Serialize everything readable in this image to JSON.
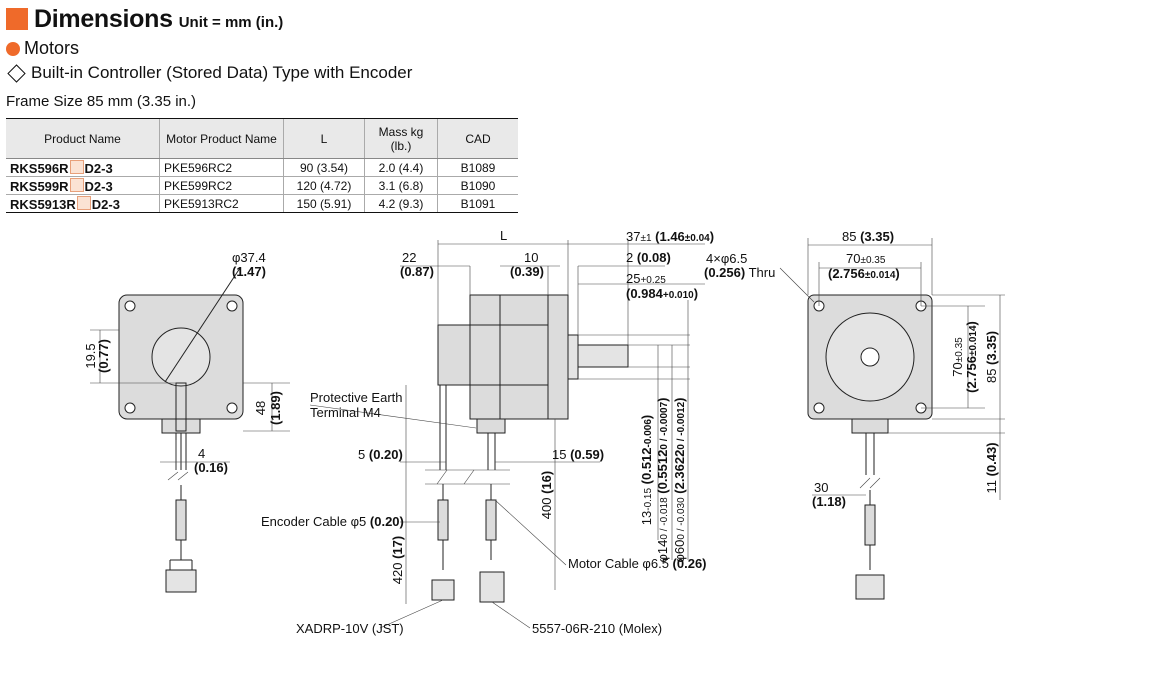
{
  "header": {
    "title": "Dimensions",
    "unit": "Unit = mm (in.)"
  },
  "section": "Motors",
  "subsection": "Built-in Controller (Stored Data) Type with Encoder",
  "frame_size": "Frame Size 85 mm (3.35 in.)",
  "table": {
    "headers": [
      "Product Name",
      "Motor Product Name",
      "L",
      "Mass kg (lb.)",
      "CAD"
    ],
    "rows": [
      {
        "prefix": "RKS596R",
        "suffix": "D2-3",
        "motor": "PKE596RC2",
        "L": "90 (3.54)",
        "mass": "2.0 (4.4)",
        "cad": "B1089"
      },
      {
        "prefix": "RKS599R",
        "suffix": "D2-3",
        "motor": "PKE599RC2",
        "L": "120 (4.72)",
        "mass": "3.1 (6.8)",
        "cad": "B1090"
      },
      {
        "prefix": "RKS5913R",
        "suffix": "D2-3",
        "motor": "PKE5913RC2",
        "L": "150 (5.91)",
        "mass": "4.2 (9.3)",
        "cad": "B1091"
      }
    ]
  },
  "drawing": {
    "left": {
      "d374": "φ37.4",
      "d374_in": "(1.47)",
      "d195": "19.5",
      "d195_in": "(0.77)",
      "d48": "48",
      "d48_in": "(1.89)",
      "d4": "4",
      "d4_in": "(0.16)"
    },
    "side": {
      "L": "L",
      "d22": "22",
      "d22_in": "(0.87)",
      "d10": "10",
      "d10_in": "(0.39)",
      "d37": "37",
      "d37_tol": "±1",
      "d37_in": "(1.46",
      "d37_in_tol": "±0.04",
      "d37_close": ")",
      "d2": "2",
      "d2_in": "(0.08)",
      "d25": "25",
      "d25_tol": "+0.25",
      "d25_in": "(0.984",
      "d25_in_tol": "+0.010",
      "d25_close": ")",
      "pe1": "Protective Earth",
      "pe2": "Terminal M4",
      "d5": "5",
      "d5_in": "(0.20)",
      "d15": "15",
      "d15_in": "(0.59)",
      "enc": "Encoder Cable φ5",
      "enc_in": "(0.20)",
      "d420": "420",
      "d420_in": "(17)",
      "d400": "400",
      "d400_in": "(16)",
      "d13": "13",
      "d13_tol": "-0.15",
      "d13_in": "(0.512",
      "d13_in_tol": "-0.006",
      "d13_close": ")",
      "d14": "φ14",
      "d14_tol": "0 / -0.018",
      "d14_in": "(0.5512",
      "d14_in_tol": "0 / -0.0007",
      "d14_close": ")",
      "d60": "φ60",
      "d60_tol": "0 / -0.030",
      "d60_in": "(2.3622",
      "d60_in_tol": "0 / -0.0012",
      "d60_close": ")",
      "mc": "Motor Cable φ6.5",
      "mc_in": "(0.26)",
      "jst": "XADRP-10V (JST)",
      "molex": "5557-06R-210 (Molex)"
    },
    "right": {
      "d85": "85",
      "d85_in": "(3.35)",
      "d70": "70",
      "d70_tol": "±0.35",
      "d70_in": "(2.756",
      "d70_in_tol": "±0.014",
      "d70_close": ")",
      "holes": "4×φ6.5",
      "holes_in": "(0.256)",
      "holes_thru": "Thru",
      "v70": "70",
      "v70_tol": "±0.35",
      "v70_in": "(2.756",
      "v70_in_tol": "±0.014",
      "v70_close": ")",
      "v85": "85",
      "v85_in": "(3.35)",
      "d11": "11",
      "d11_in": "(0.43)",
      "d30": "30",
      "d30_in": "(1.18)"
    }
  }
}
